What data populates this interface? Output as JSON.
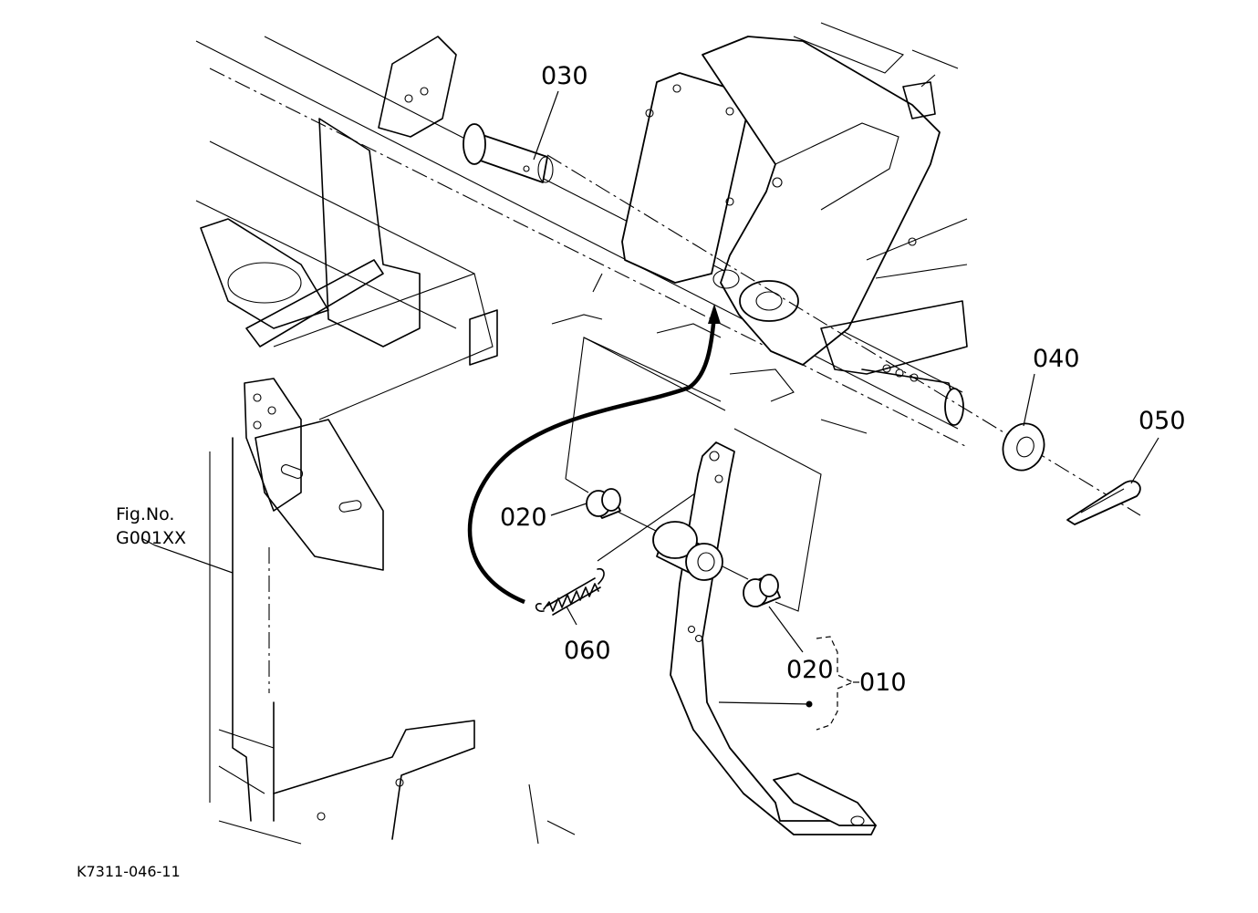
{
  "callouts": {
    "p010": "010",
    "p020_upper": "020",
    "p020_lower": "020",
    "p030": "030",
    "p040": "040",
    "p050": "050",
    "p060": "060"
  },
  "figure_ref": {
    "line1": "Fig.No.",
    "line2": "G001XX"
  },
  "document_id": "K7311-046-11"
}
